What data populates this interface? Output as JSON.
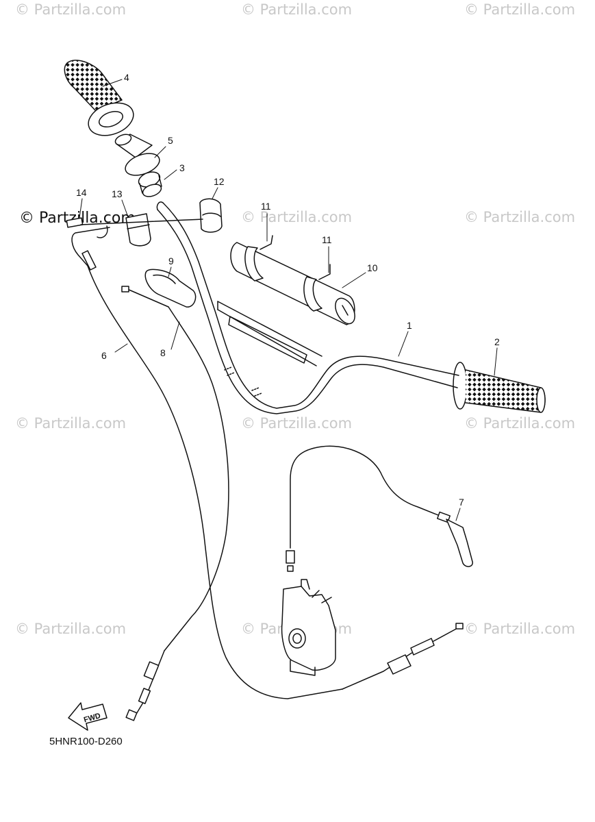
{
  "watermark": {
    "text": "© Partzilla.com",
    "main_text": "© Partzilla.com",
    "color": "#c8c8c8"
  },
  "diagram_code": "5HNR100-D260",
  "fwd_label": "FWD",
  "callouts": {
    "c1": "1",
    "c2": "2",
    "c3": "3",
    "c4": "4",
    "c5": "5",
    "c6": "6",
    "c7": "7",
    "c8": "8",
    "c9": "9",
    "c10": "10",
    "c11a": "11",
    "c11b": "11",
    "c12": "12",
    "c13": "13",
    "c14": "14"
  }
}
